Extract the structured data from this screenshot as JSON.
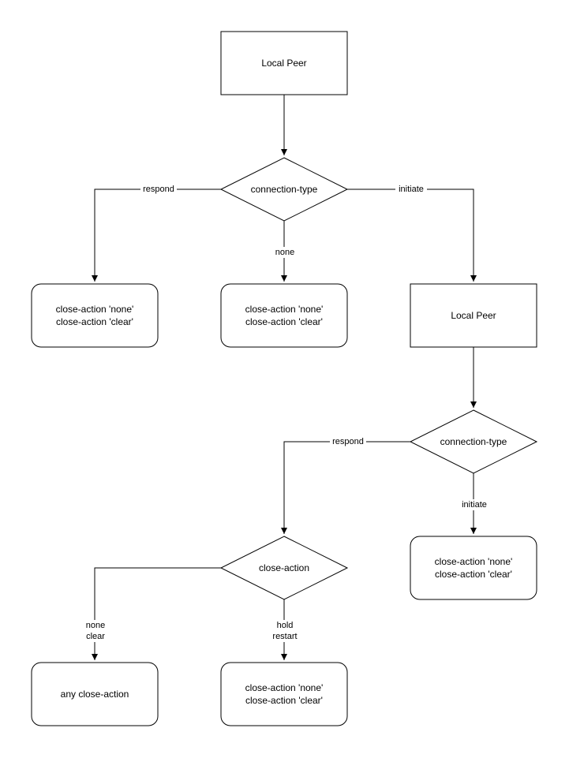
{
  "nodes": {
    "peer1": {
      "label": "Local Peer"
    },
    "decision1": {
      "label": "connection-type"
    },
    "result_respond": {
      "lines": [
        "close-action 'none'",
        "close-action 'clear'"
      ]
    },
    "result_none": {
      "lines": [
        "close-action 'none'",
        "close-action 'clear'"
      ]
    },
    "peer2": {
      "label": "Local Peer"
    },
    "decision2": {
      "label": "connection-type"
    },
    "result_initiate": {
      "lines": [
        "close-action 'none'",
        "close-action 'clear'"
      ]
    },
    "decision3": {
      "label": "close-action"
    },
    "result_any": {
      "label": "any close-action"
    },
    "result_hold": {
      "lines": [
        "close-action 'none'",
        "close-action 'clear'"
      ]
    }
  },
  "edges": {
    "d1_respond": {
      "label": "respond"
    },
    "d1_none": {
      "label": "none"
    },
    "d1_initiate": {
      "label": "initiate"
    },
    "d2_respond": {
      "label": "respond"
    },
    "d2_initiate": {
      "label": "initiate"
    },
    "d3_none_clear": {
      "lines": [
        "none",
        "clear"
      ]
    },
    "d3_hold_restart": {
      "lines": [
        "hold",
        "restart"
      ]
    }
  }
}
